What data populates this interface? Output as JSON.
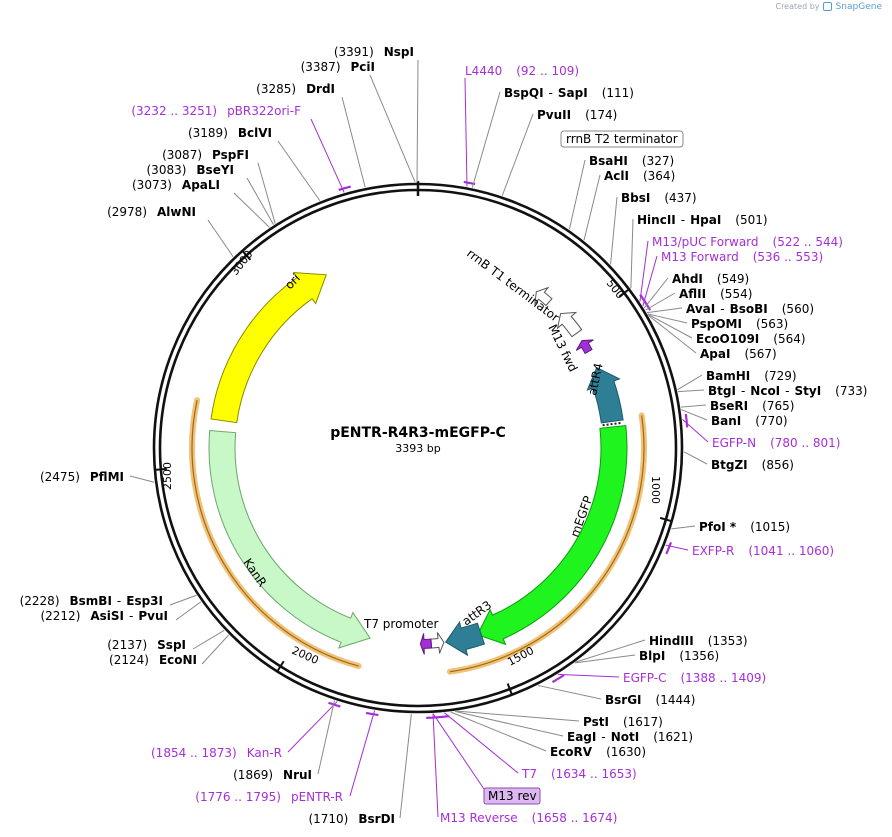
{
  "watermark": {
    "prefix": "Created by",
    "brand": "SnapGene"
  },
  "plasmid": {
    "name": "pENTR-R4R3-mEGFP-C",
    "size": "3393 bp"
  },
  "ticks": [
    "500",
    "1000",
    "1500",
    "2000",
    "2500",
    "3000"
  ],
  "features": {
    "ori": "ori",
    "kanr": "KanR",
    "megfp": "mEGFP",
    "attr4": "attR4",
    "attr3": "attR3",
    "t7promoter": "T7 promoter",
    "m13fwd": "M13 fwd",
    "rrnbt1": "rrnB T1 terminator",
    "rrnbt2": "rrnB T2 terminator"
  },
  "right_labels": {
    "l4440": {
      "name": "L4440",
      "pos": "(92 .. 109)"
    },
    "bspqi": {
      "name": "BspQI",
      "sep": "-",
      "name2": "SapI",
      "pos": "(111)"
    },
    "pvuii": {
      "name": "PvuII",
      "pos": "(174)"
    },
    "bsahi": {
      "name": "BsaHI",
      "pos": "(327)"
    },
    "acli": {
      "name": "AclI",
      "pos": "(364)"
    },
    "bbsi": {
      "name": "BbsI",
      "pos": "(437)"
    },
    "hincii": {
      "name": "HincII",
      "sep": "-",
      "name2": "HpaI",
      "pos": "(501)"
    },
    "m13puc": {
      "name": "M13/pUC Forward",
      "pos": "(522 .. 544)"
    },
    "m13f": {
      "name": "M13 Forward",
      "pos": "(536 .. 553)"
    },
    "ahdi": {
      "name": "AhdI",
      "pos": "(549)"
    },
    "aflii": {
      "name": "AflII",
      "pos": "(554)"
    },
    "avai": {
      "name": "AvaI",
      "sep": "-",
      "name2": "BsoBI",
      "pos": "(560)"
    },
    "pspomi": {
      "name": "PspOMI",
      "pos": "(563)"
    },
    "ecoo109i": {
      "name": "EcoO109I",
      "pos": "(564)"
    },
    "apai": {
      "name": "ApaI",
      "pos": "(567)"
    },
    "bamhi": {
      "name": "BamHI",
      "pos": "(729)"
    },
    "btgi": {
      "name": "BtgI",
      "sep": "-",
      "name2": "NcoI",
      "sep2": "-",
      "name3": "StyI",
      "pos": "(733)"
    },
    "bseri": {
      "name": "BseRI",
      "pos": "(765)"
    },
    "bani": {
      "name": "BanI",
      "pos": "(770)"
    },
    "egfpn": {
      "name": "EGFP-N",
      "pos": "(780 .. 801)"
    },
    "btgzi": {
      "name": "BtgZI",
      "pos": "(856)"
    },
    "pfoi": {
      "name": "PfoI *",
      "pos": "(1015)"
    },
    "exfpr": {
      "name": "EXFP-R",
      "pos": "(1041 .. 1060)"
    },
    "hindiii": {
      "name": "HindIII",
      "pos": "(1353)"
    },
    "blpi": {
      "name": "BlpI",
      "pos": "(1356)"
    },
    "egfpc": {
      "name": "EGFP-C",
      "pos": "(1388 .. 1409)"
    },
    "bsrgi": {
      "name": "BsrGI",
      "pos": "(1444)"
    },
    "psti": {
      "name": "PstI",
      "pos": "(1617)"
    },
    "eagi": {
      "name": "EagI",
      "sep": "-",
      "name2": "NotI",
      "pos": "(1621)"
    },
    "ecorv": {
      "name": "EcoRV",
      "pos": "(1630)"
    },
    "t7": {
      "name": "T7",
      "pos": "(1634 .. 1653)"
    },
    "m13rev": {
      "name": "M13 rev"
    },
    "m13reverse": {
      "name": "M13 Reverse",
      "pos": "(1658 .. 1674)"
    }
  },
  "left_labels": {
    "nspi": {
      "pos": "(3391)",
      "name": "NspI"
    },
    "pcii": {
      "pos": "(3387)",
      "name": "PciI"
    },
    "drdi": {
      "pos": "(3285)",
      "name": "DrdI"
    },
    "pbr322": {
      "pos": "(3232 .. 3251)",
      "name": "pBR322ori-F"
    },
    "bclvi": {
      "pos": "(3189)",
      "name": "BclVI"
    },
    "pspfi": {
      "pos": "(3087)",
      "name": "PspFI"
    },
    "bseyi": {
      "pos": "(3083)",
      "name": "BseYI"
    },
    "apali": {
      "pos": "(3073)",
      "name": "ApaLI"
    },
    "alwni": {
      "pos": "(2978)",
      "name": "AlwNI"
    },
    "pflmi": {
      "pos": "(2475)",
      "name": "PflMI"
    },
    "bsmbi": {
      "pos": "(2228)",
      "name": "BsmBI",
      "sep": "-",
      "name2": "Esp3I"
    },
    "asisi": {
      "pos": "(2212)",
      "name": "AsiSI",
      "sep": "-",
      "name2": "PvuI"
    },
    "sspi": {
      "pos": "(2137)",
      "name": "SspI"
    },
    "econi": {
      "pos": "(2124)",
      "name": "EcoNI"
    },
    "kanr_primer": {
      "pos": "(1854 .. 1873)",
      "name": "Kan-R"
    },
    "nrui": {
      "pos": "(1869)",
      "name": "NruI"
    },
    "pentrr": {
      "pos": "(1776 .. 1795)",
      "name": "pENTR-R"
    },
    "bsrdi": {
      "pos": "(1710)",
      "name": "BsrDI"
    }
  },
  "colors": {
    "ori": "#ffff00",
    "kanr": "#c8f7c8",
    "megfp": "#1ff41f",
    "attr": "#2e7f96",
    "primer": "#a52fd6",
    "highlight": "#f0c27a"
  }
}
